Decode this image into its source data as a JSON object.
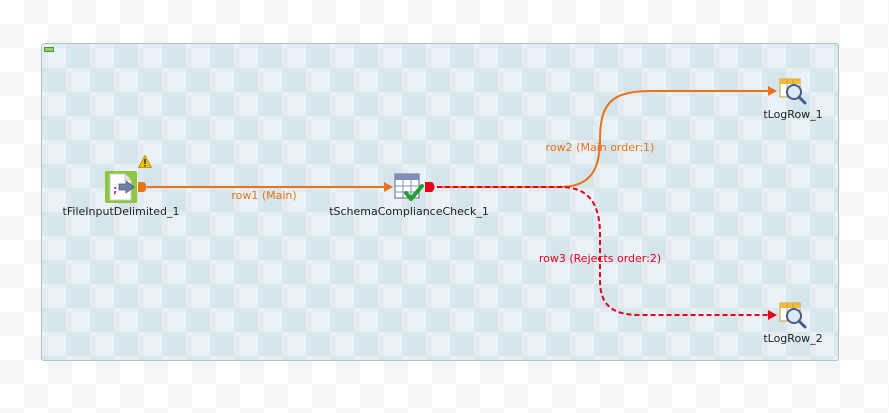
{
  "components": {
    "input": {
      "label": "tFileInputDelimited_1",
      "icon": "file-input-delimited-icon"
    },
    "check": {
      "label": "tSchemaComplianceCheck_1",
      "icon": "schema-compliance-check-icon"
    },
    "log1": {
      "label": "tLogRow_1",
      "icon": "log-row-icon"
    },
    "log2": {
      "label": "tLogRow_2",
      "icon": "log-row-icon"
    }
  },
  "links": {
    "row1": {
      "label": "row1 (Main)",
      "color": "#e8731a",
      "style": "solid"
    },
    "row2": {
      "label": "row2 (Main order:1)",
      "color": "#e8731a",
      "style": "solid"
    },
    "row3": {
      "label": "row3 (Rejects order:2)",
      "color": "#e8001a",
      "style": "dashed"
    }
  },
  "colors": {
    "main_link": "#e8731a",
    "reject_link": "#e8001a",
    "warning": "#f2c200"
  }
}
